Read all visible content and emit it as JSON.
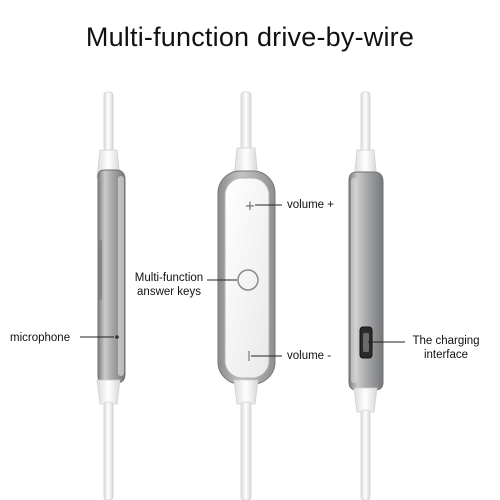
{
  "title": "Multi-function drive-by-wire",
  "labels": {
    "volume_up": "volume +",
    "multi_function_line1": "Multi-function",
    "multi_function_line2": "answer keys",
    "microphone": "microphone",
    "volume_down": "volume -",
    "charging_line1": "The charging",
    "charging_line2": "interface"
  },
  "colors": {
    "body_silver": "#a9aaab",
    "face_white": "#f7f7f7",
    "cable_white": "#ffffff",
    "leader_line": "#222222",
    "text": "#111111"
  }
}
